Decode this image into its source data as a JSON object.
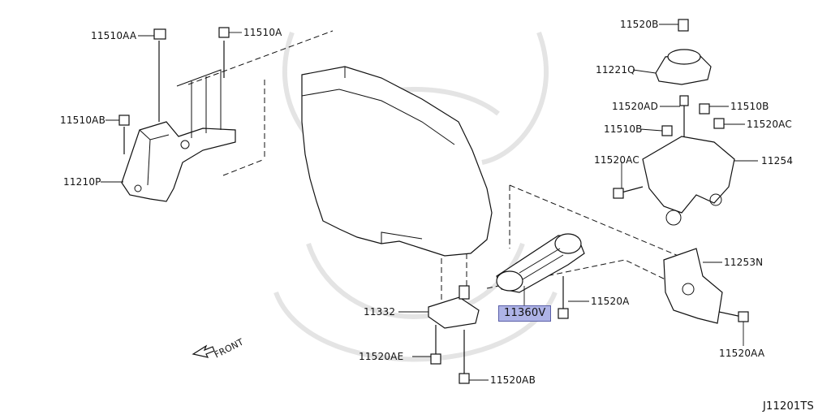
{
  "diagram": {
    "code": "J11201TS",
    "front_label": "FRONT",
    "highlight_color": "#aeb3e6",
    "parts": [
      {
        "id": "p11510AA",
        "label": "11510AA"
      },
      {
        "id": "p11510A",
        "label": "11510A"
      },
      {
        "id": "p11510AB",
        "label": "11510AB"
      },
      {
        "id": "p11210P",
        "label": "11210P"
      },
      {
        "id": "p11520B",
        "label": "11520B"
      },
      {
        "id": "p11221Q",
        "label": "11221Q"
      },
      {
        "id": "p11520AD",
        "label": "11520AD"
      },
      {
        "id": "p11510B_a",
        "label": "11510B"
      },
      {
        "id": "p11510B_b",
        "label": "11510B"
      },
      {
        "id": "p11520AC_a",
        "label": "11520AC"
      },
      {
        "id": "p11520AC_b",
        "label": "11520AC"
      },
      {
        "id": "p11254",
        "label": "11254"
      },
      {
        "id": "p11253N",
        "label": "11253N"
      },
      {
        "id": "p11520A",
        "label": "11520A"
      },
      {
        "id": "p11360V",
        "label": "11360V"
      },
      {
        "id": "p11332",
        "label": "11332"
      },
      {
        "id": "p11520AE",
        "label": "11520AE"
      },
      {
        "id": "p11520AB",
        "label": "11520AB"
      },
      {
        "id": "p11520AA",
        "label": "11520AA"
      }
    ]
  }
}
